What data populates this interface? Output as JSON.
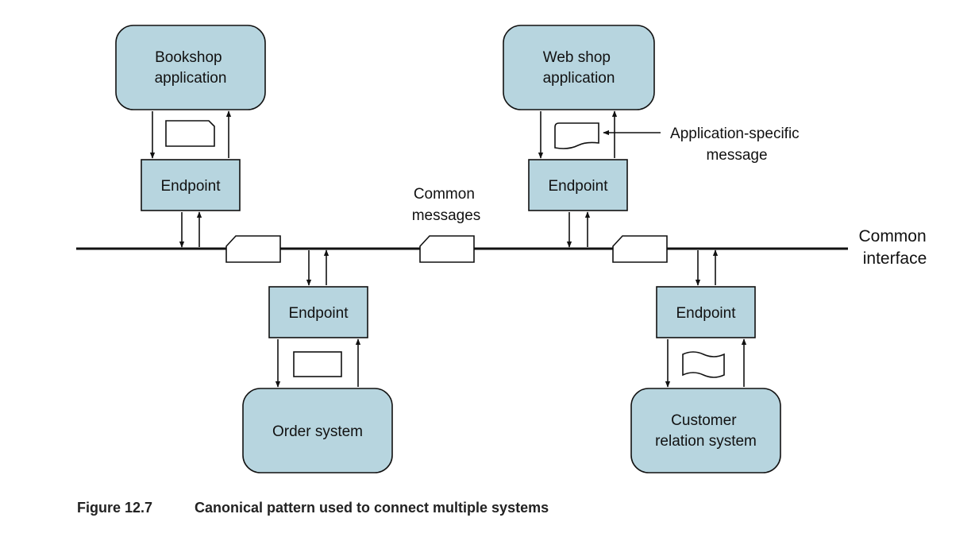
{
  "diagram": {
    "apps": {
      "bookshop": [
        "Bookshop",
        "application"
      ],
      "webshop": [
        "Web shop",
        "application"
      ],
      "order": [
        "Order system"
      ],
      "crm": [
        "Customer",
        "relation system"
      ]
    },
    "endpoint_label": "Endpoint",
    "common_messages": [
      "Common",
      "messages"
    ],
    "common_interface": [
      "Common",
      "interface"
    ],
    "app_specific_message": [
      "Application-specific",
      "message"
    ],
    "colors": {
      "box_fill": "#b7d5df",
      "stroke": "#111111"
    }
  },
  "caption": {
    "number": "Figure 12.7",
    "text": "Canonical pattern used to connect multiple systems"
  }
}
